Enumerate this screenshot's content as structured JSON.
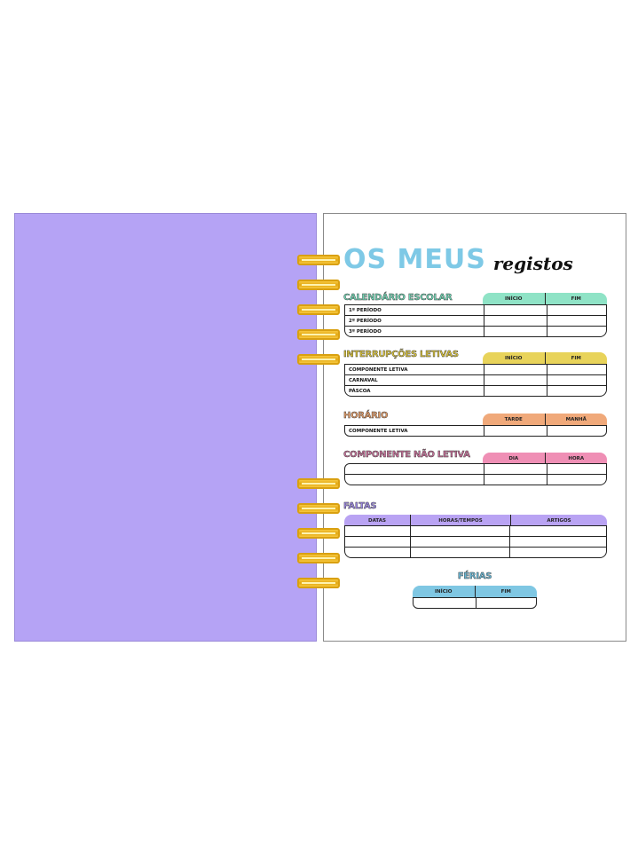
{
  "title": {
    "big": "OS MEUS",
    "script": "registos"
  },
  "colors": {
    "cover": "#b5a3f5",
    "green": "#8fe3c6",
    "yellow": "#e8d35a",
    "orange": "#f0a97a",
    "pink": "#ef8fb5",
    "purple": "#b9a3f3",
    "blue": "#7fc7e3"
  },
  "calendario": {
    "title": "CALENDÁRIO ESCOLAR",
    "headers": [
      "INÍCIO",
      "FIM"
    ],
    "rows": [
      "1º PERÍODO",
      "2º PERÍODO",
      "3º PERÍODO"
    ]
  },
  "interrupcoes": {
    "title": "INTERRUPÇÕES LETIVAS",
    "headers": [
      "INÍCIO",
      "FIM"
    ],
    "rows": [
      "COMPONENTE LETIVA",
      "CARNAVAL",
      "PÁSCOA"
    ]
  },
  "horario": {
    "title": "HORÁRIO",
    "headers": [
      "TARDE",
      "MANHÃ"
    ],
    "rows": [
      "COMPONENTE LETIVA"
    ]
  },
  "nao_letiva": {
    "title": "COMPONENTE NÃO LETIVA",
    "headers": [
      "DIA",
      "HORA"
    ]
  },
  "faltas": {
    "title": "FALTAS",
    "headers": [
      "DATAS",
      "HORAS/TEMPOS",
      "ARTIGOS"
    ]
  },
  "ferias": {
    "title": "FÉRIAS",
    "headers": [
      "INÍCIO",
      "FIM"
    ]
  }
}
